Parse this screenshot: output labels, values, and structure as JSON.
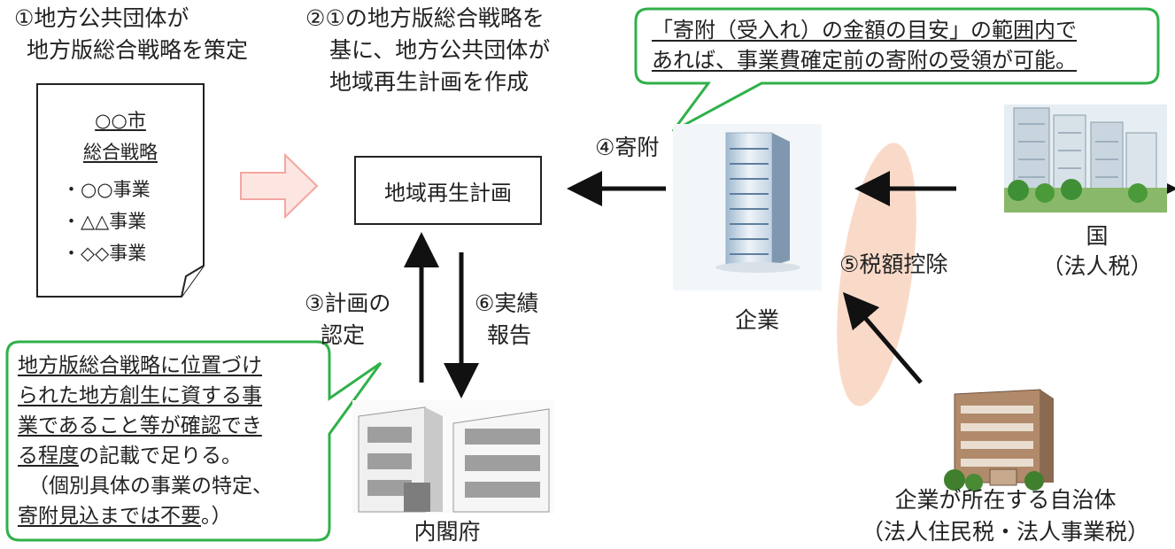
{
  "step1": {
    "line1": "①地方公共団体が",
    "line2": "地方版総合戦略を策定"
  },
  "step2": {
    "line1": "②①の地方版総合戦略を",
    "line2": "基に、地方公共団体が",
    "line3": "地域再生計画を作成"
  },
  "doc": {
    "title1": "○○市",
    "title2": "総合戦略",
    "items": [
      "・○○事業",
      "・△△事業",
      "・◇◇事業"
    ]
  },
  "plan_box": "地域再生計画",
  "top_bubble": {
    "line1": "「寄附（受入れ）の金額の目安」の範囲内で",
    "line2": "あれば、事業費確定前の寄附の受領が可能。"
  },
  "donation_label": "④寄附",
  "company_label": "企業",
  "tax_credit_label": "⑤税額控除",
  "country": {
    "line1": "国",
    "line2": "（法人税）"
  },
  "step3": {
    "line1": "③計画の",
    "line2": "認定"
  },
  "step6": {
    "line1": "⑥実績",
    "line2": "報告"
  },
  "cabinet_label": "内閣府",
  "local_gov": {
    "line1": "企業が所在する自治体",
    "line2": "（法人住民税・法人事業税）"
  },
  "left_bubble": {
    "line1": "地方版総合戦略に位置づけ",
    "line2": "られた地方創生に資する事",
    "line3": "業であること等が確認でき",
    "line4_u": "る程度",
    "line4_rest": "の記載で足りる。",
    "line5": "（個別具体の事業の特定、",
    "line6_u": "寄附見込までは不要",
    "line6_rest": "。）"
  },
  "colors": {
    "green": "#2fb14a",
    "pink_arrow": "#f4a6a0",
    "pink_arrow_fill": "#fde5e2",
    "ellipse": "#f8d3c0"
  }
}
